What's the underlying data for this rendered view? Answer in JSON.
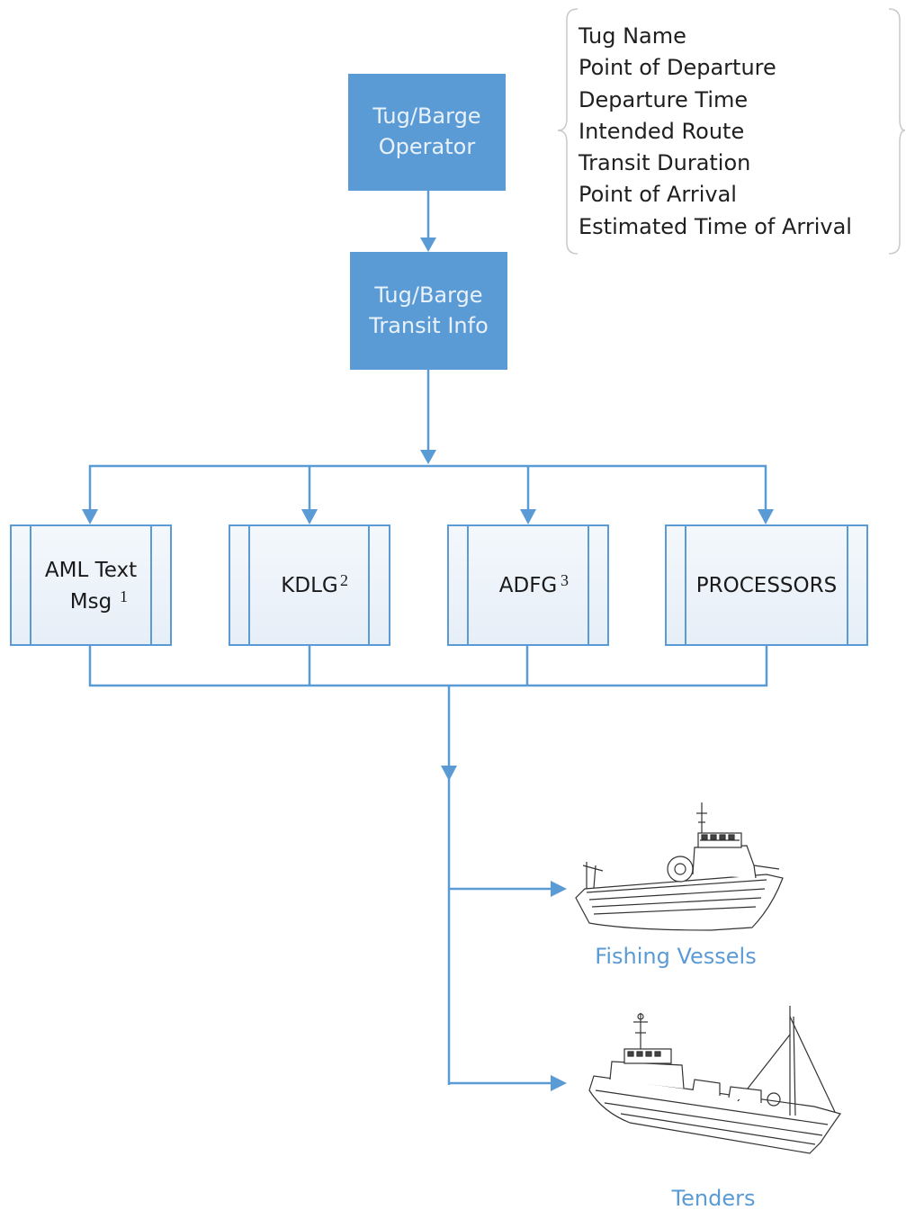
{
  "colors": {
    "primary": "#5B9BD5",
    "box_fill": "#5B9BD5",
    "box_text": "#E9F1FA",
    "connector": "#5B9BD5",
    "caption": "#5B9BD5",
    "process_fill": "#F2F7FC",
    "process_border": "#5B9BD5"
  },
  "operator_box": {
    "line1": "Tug/Barge",
    "line2": "Operator"
  },
  "transit_box": {
    "line1": "Tug/Barge",
    "line2": "Transit Info"
  },
  "info_fields": [
    "Tug Name",
    "Point of Departure",
    "Departure Time",
    "Intended Route",
    "Transit Duration",
    "Point of Arrival",
    "Estimated Time of Arrival"
  ],
  "channels": {
    "aml": {
      "line1": "AML Text",
      "line2": "Msg",
      "note": "1"
    },
    "kdlg": {
      "label": "KDLG",
      "note": "2"
    },
    "adfg": {
      "label": "ADFG",
      "note": "3"
    },
    "processors": {
      "label": "PROCESSORS"
    }
  },
  "recipients": {
    "fishing_vessels": {
      "label": "Fishing Vessels",
      "icon": "fishing-vessel-icon"
    },
    "tenders": {
      "label": "Tenders",
      "icon": "tender-ship-icon"
    }
  }
}
